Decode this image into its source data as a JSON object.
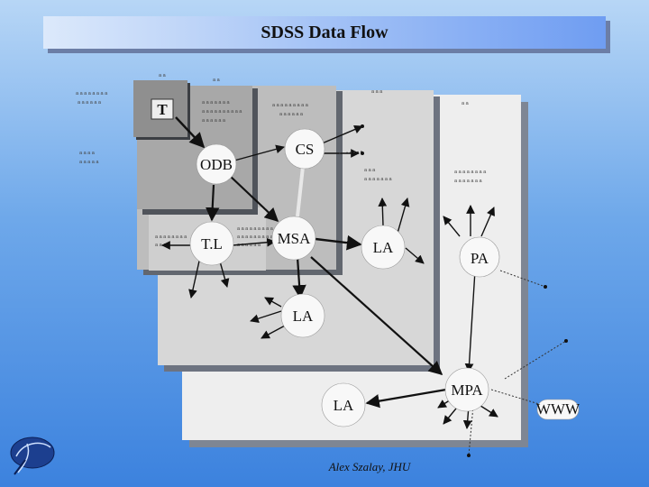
{
  "title": "SDSS Data Flow",
  "author": "Alex Szalay, JHU",
  "nodes": {
    "T": "T",
    "ODB": "ODB",
    "CS": "CS",
    "TL": "T.L",
    "MSA": "MSA",
    "LA_right": "LA",
    "PA": "PA",
    "LA_mid": "LA",
    "LA_bottom": "LA",
    "MPA": "MPA",
    "WWW": "WWW"
  },
  "small_labels": {
    "a": "a a a a a a a a",
    "b": "a a a a a a",
    "c": "a a a a a a a",
    "d": "a a a a a a a a a a",
    "e": "a a a a a a",
    "f": "a a a a a a a a a",
    "g": "a a a a a a",
    "h": "a a a a",
    "i": "a a a a a",
    "j": "a a a",
    "k": "a a a a a a a",
    "l": "a a a a a a a a",
    "m": "a a a a a a a",
    "n": "a a a a a a a a a a a a",
    "o": "a a a a a a a a a",
    "p": "a a a a a a",
    "q": "a a a a a a a a",
    "r": "a a a",
    "s": "a a",
    "t": "a a",
    "u": "a a a",
    "v": "a a"
  }
}
